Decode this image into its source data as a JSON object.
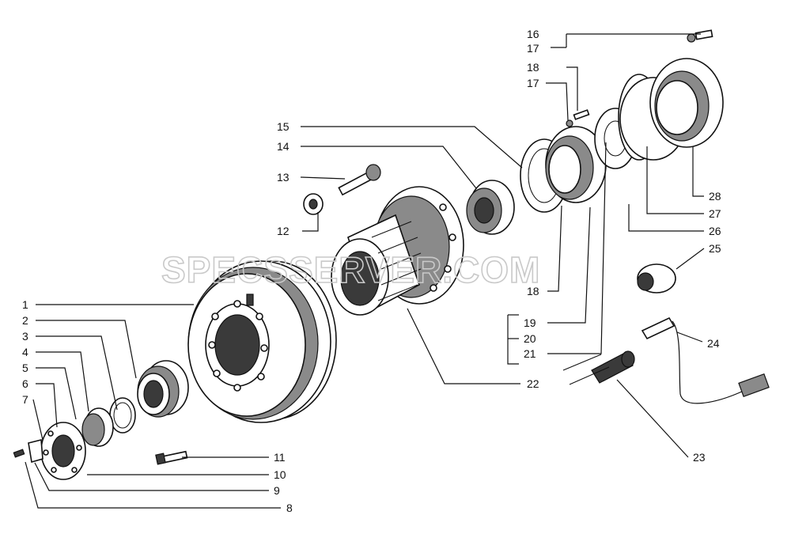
{
  "watermark": "SPECSSERVER.COM",
  "callouts": [
    "1",
    "2",
    "3",
    "4",
    "5",
    "6",
    "7",
    "8",
    "9",
    "10",
    "11",
    "12",
    "13",
    "14",
    "15",
    "16",
    "17",
    "17",
    "18",
    "18",
    "19",
    "20",
    "21",
    "22",
    "23",
    "24",
    "25",
    "26",
    "27",
    "28"
  ]
}
